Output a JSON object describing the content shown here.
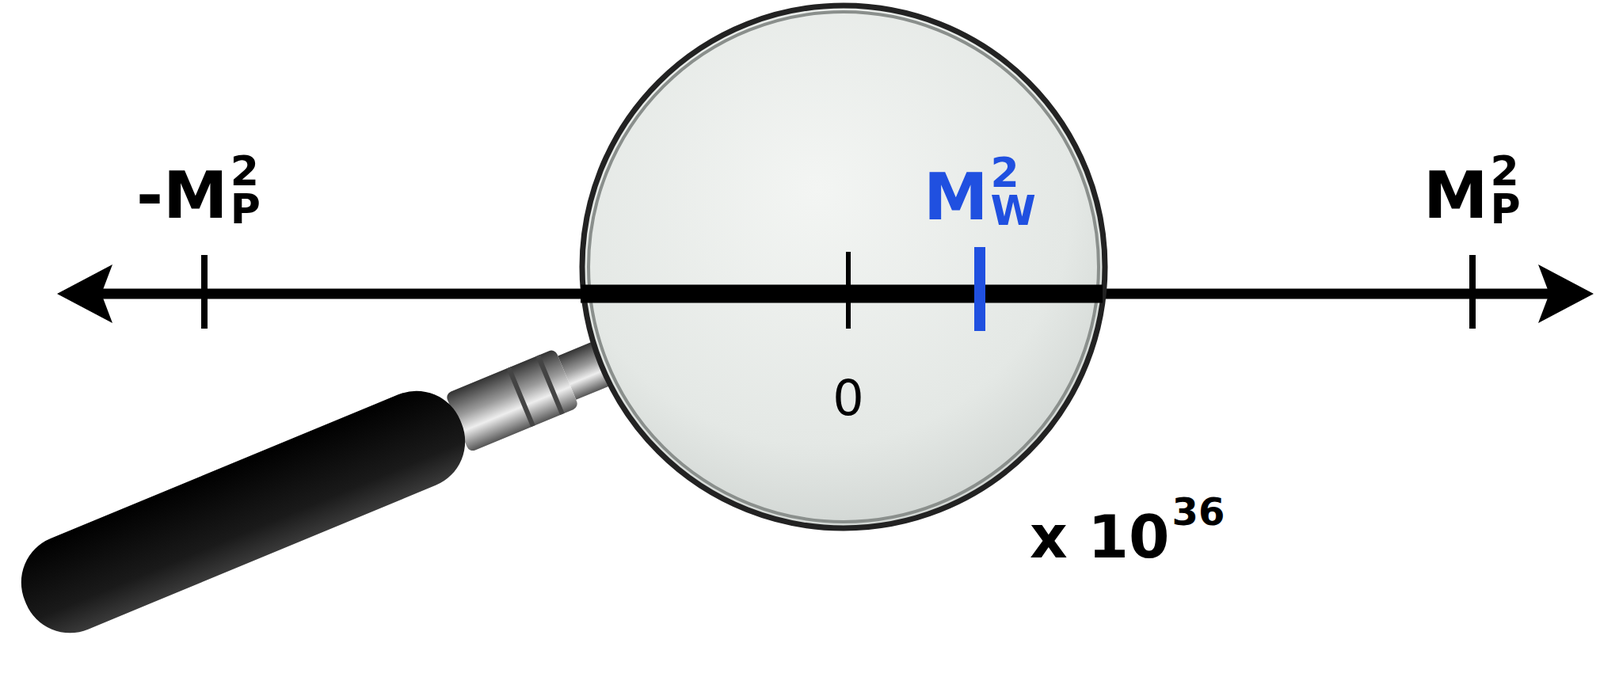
{
  "diagram": {
    "labels": [
      "-M",
      "2",
      "P",
      "M",
      "2",
      "W",
      "M",
      "2",
      "P",
      "0",
      "x 10",
      "36"
    ]
  }
}
